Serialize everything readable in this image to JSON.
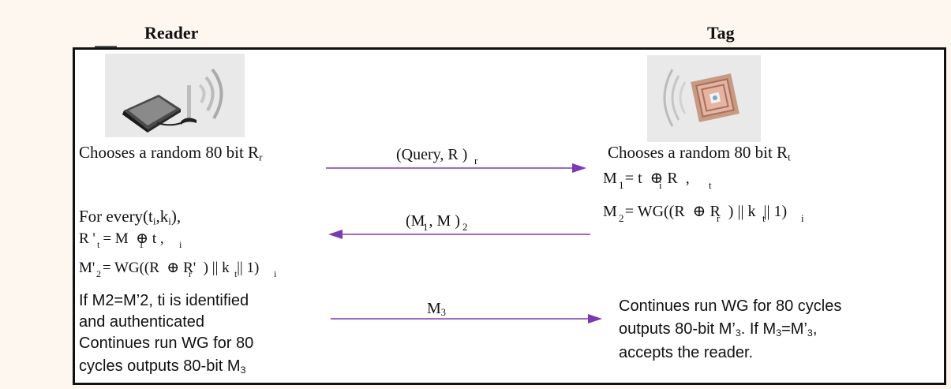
{
  "headers": {
    "reader": "Reader",
    "tag": "Tag"
  },
  "images": {
    "reader": "rfid-reader-icon",
    "tag": "rfid-tag-icon"
  },
  "colors": {
    "arrow": "#7a3ab3",
    "frame": "#111111",
    "background": "#fdf7ef"
  },
  "reader": {
    "line1": "Chooses a random 80 bit R",
    "line1_sub": "r",
    "for_every_1": "For every(t",
    "for_every_sub1": "i",
    "for_every_2": ",k",
    "for_every_sub2": "i",
    "for_every_3": "),",
    "rt_eq": "R '  = M  ⊕ t ,",
    "rt_sub_t": "t",
    "rt_sub_1": "1",
    "rt_sub_i": "i",
    "m2_eq": "M'  = WG((R  ⊕ R'  ) || k  || 1)",
    "m2_sub_2": "2",
    "m2_sub_r": "r",
    "m2_sub_t": "t",
    "m2_sub_i": "i",
    "if_line1": "If M2=M’2, ti is identified",
    "if_line2": "and authenticated",
    "cont_line1": "Continues run WG for 80",
    "cont_line2": "cycles outputs 80-bit M",
    "cont_sub": "3"
  },
  "messages": {
    "msg1": "(Query, R  )",
    "msg1_sub": "r",
    "msg2": "(M  , M  )",
    "msg2_sub1": "1",
    "msg2_sub2": "2",
    "msg3": "M",
    "msg3_sub": "3"
  },
  "tag": {
    "line1": "Chooses a random 80 bit R",
    "line1_sub": "t",
    "m1_eq": "M  = t  ⊕ R  ,",
    "m1_sub_1": "1",
    "m1_sub_i": "i",
    "m1_sub_t": "t",
    "m2_eq": "M  = WG((R  ⊕ R  ) || k  || 1)",
    "m2_sub_2": "2",
    "m2_sub_r": "r",
    "m2_sub_t": "t",
    "m2_sub_i": "i",
    "cont_line1": "Continues run WG for 80 cycles",
    "cont_line2": "outputs 80-bit M’",
    "cont_line2_sub": "3",
    "cont_line2_b": ". If M",
    "cont_line2_sub2": "3",
    "cont_line2_c": "=M’",
    "cont_line2_sub3": "3",
    "cont_line2_d": ",",
    "cont_line3": "accepts the reader."
  }
}
